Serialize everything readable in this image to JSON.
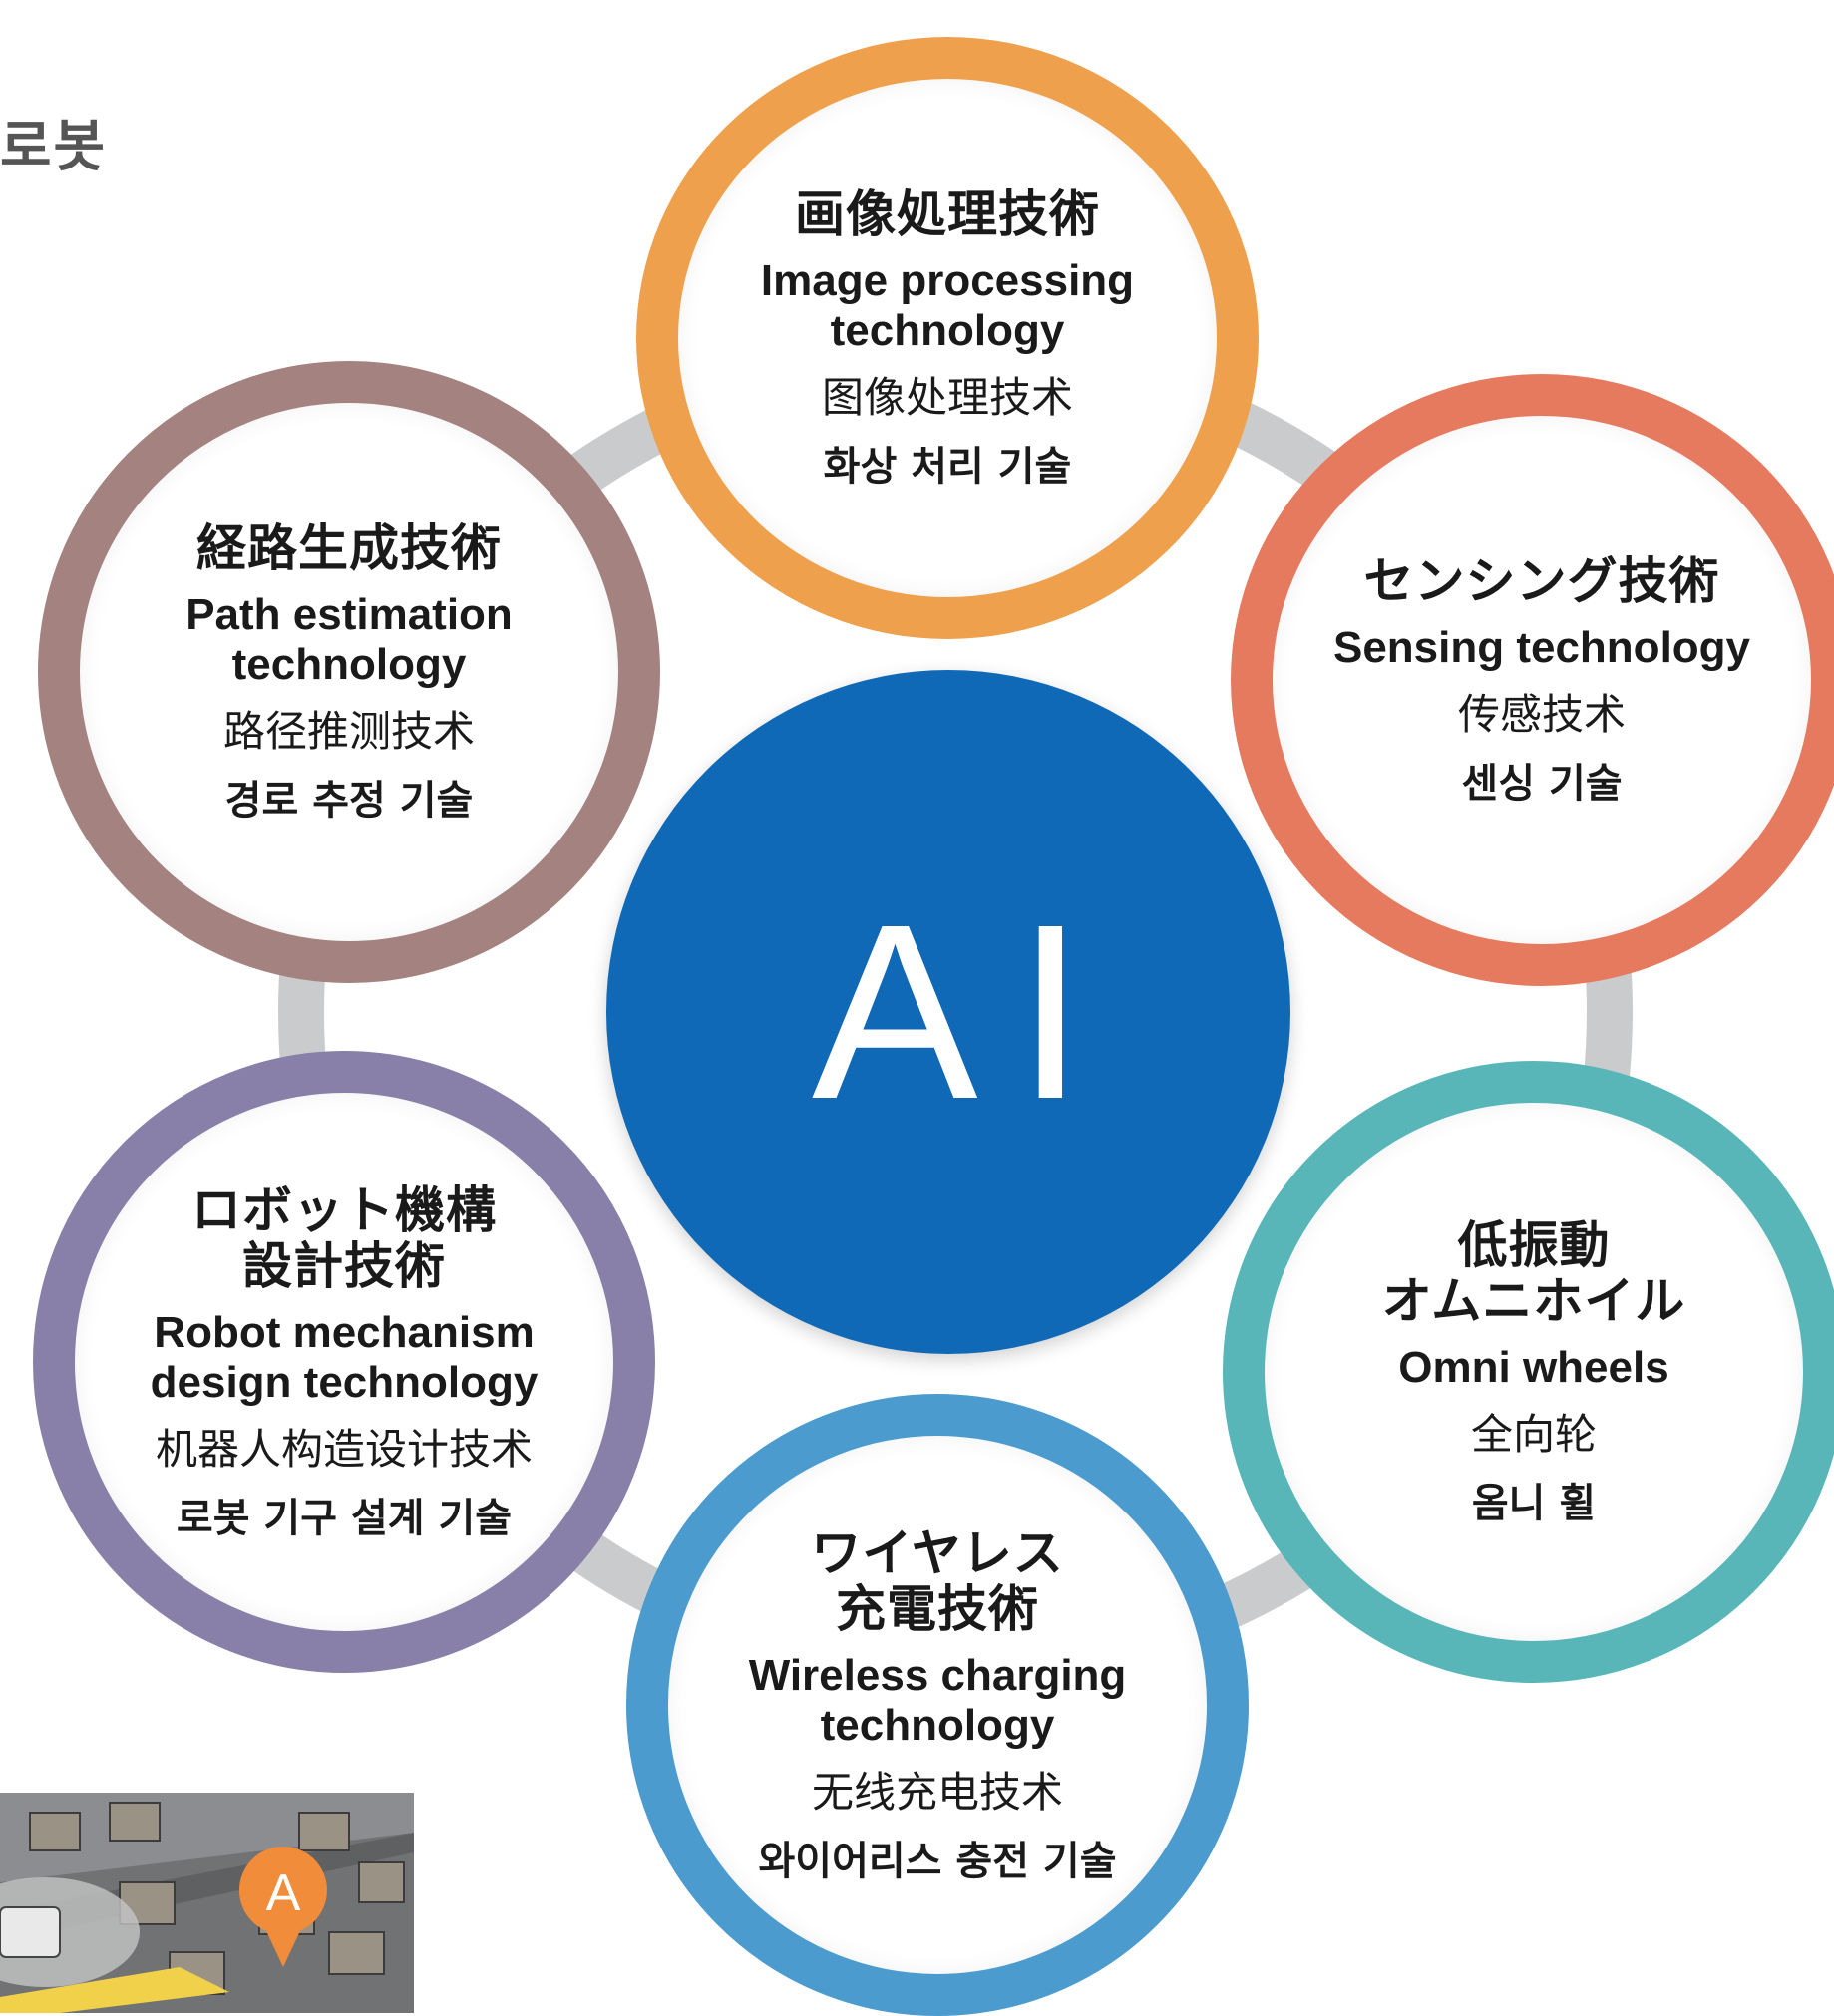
{
  "header": {
    "corner_label": "로봇"
  },
  "center": {
    "label": "AI"
  },
  "nodes": {
    "image": {
      "jp": "画像処理技術",
      "en": "Image processing\ntechnology",
      "zh": "图像处理技术",
      "ko": "화상 처리 기술"
    },
    "sensing": {
      "jp": "センシング技術",
      "en": "Sensing technology",
      "zh": "传感技术",
      "ko": "센싱 기술"
    },
    "omni": {
      "jp": "低振動\nオムニホイル",
      "en": "Omni wheels",
      "zh": "全向轮",
      "ko": "옴니 휠"
    },
    "wireless": {
      "jp": "ワイヤレス\n充電技術",
      "en": "Wireless charging\ntechnology",
      "zh": "无线充电技术",
      "ko": "와이어리스 충전 기술"
    },
    "robot": {
      "jp": "ロボット機構\n設計技術",
      "en": "Robot mechanism\ndesign technology",
      "zh": "机器人构造设计技术",
      "ko": "로봇 기구 설계 기술"
    },
    "path": {
      "jp": "経路生成技術",
      "en": "Path estimation\ntechnology",
      "zh": "路径推测技术",
      "ko": "경로 추정 기술"
    }
  },
  "colors": {
    "image": "#eea04c",
    "sensing": "#e57a5e",
    "omni": "#58b6b9",
    "wireless": "#4c9bce",
    "robot": "#8880a8",
    "path": "#a38280",
    "center": "#1069b6",
    "ring": "#c9cbcd"
  },
  "thumbnail": {
    "marker_letter": "A",
    "marker_color": "#f08c3a"
  }
}
